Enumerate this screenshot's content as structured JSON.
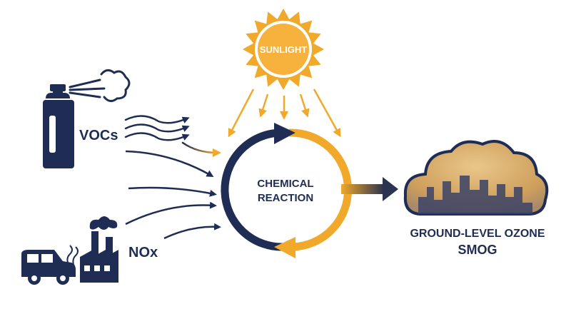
{
  "labels": {
    "sunlight": "SUNLIGHT",
    "vocs": "VOCs",
    "nox": "NOx",
    "reaction_line1": "CHEMICAL",
    "reaction_line2": "REACTION",
    "ozone": "GROUND-LEVEL OZONE",
    "smog": "SMOG"
  },
  "colors": {
    "navy": "#1f2d55",
    "gold": "#f0a92a",
    "sun_inner": "#f6b23c",
    "smog_cloud": "#d9b070"
  },
  "icons": [
    "spray-can-icon",
    "spray-mist-icon",
    "car-icon",
    "factory-icon",
    "sun-icon",
    "cloud-icon",
    "city-skyline-icon"
  ]
}
